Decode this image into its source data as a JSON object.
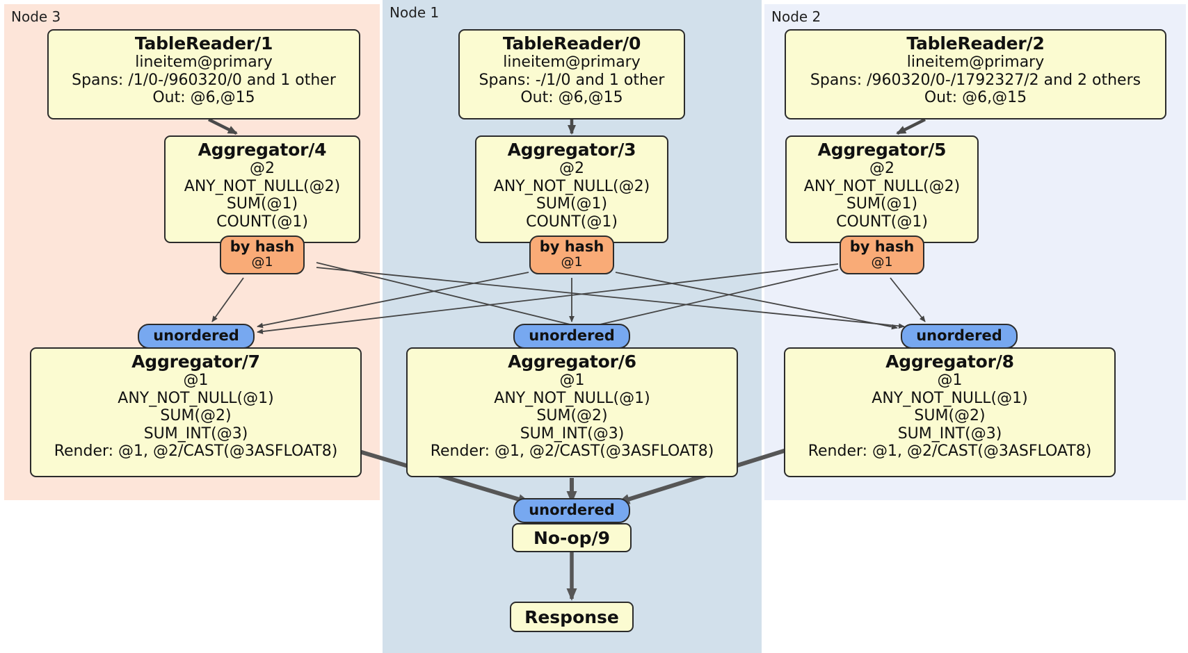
{
  "diagram": {
    "type": "distributed-query-plan",
    "nodes": [
      {
        "id": "node3",
        "label": "Node 3",
        "accent": "#fde5d9"
      },
      {
        "id": "node1",
        "label": "Node 1",
        "accent": "#d2e0eb"
      },
      {
        "id": "node2",
        "label": "Node 2",
        "accent": "#ecf0fa"
      }
    ],
    "processors": {
      "table_reader_1": {
        "title": "TableReader/1",
        "lines": [
          "lineitem@primary",
          "Spans: /1/0-/960320/0 and 1 other",
          "Out: @6,@15"
        ]
      },
      "table_reader_0": {
        "title": "TableReader/0",
        "lines": [
          "lineitem@primary",
          "Spans: -/1/0 and 1 other",
          "Out: @6,@15"
        ]
      },
      "table_reader_2": {
        "title": "TableReader/2",
        "lines": [
          "lineitem@primary",
          "Spans: /960320/0-/1792327/2 and 2 others",
          "Out: @6,@15"
        ]
      },
      "aggregator_4": {
        "title": "Aggregator/4",
        "lines": [
          "@2",
          "ANY_NOT_NULL(@2)",
          "SUM(@1)",
          "COUNT(@1)"
        ]
      },
      "aggregator_3": {
        "title": "Aggregator/3",
        "lines": [
          "@2",
          "ANY_NOT_NULL(@2)",
          "SUM(@1)",
          "COUNT(@1)"
        ]
      },
      "aggregator_5": {
        "title": "Aggregator/5",
        "lines": [
          "@2",
          "ANY_NOT_NULL(@2)",
          "SUM(@1)",
          "COUNT(@1)"
        ]
      },
      "aggregator_7": {
        "title": "Aggregator/7",
        "lines": [
          "@1",
          "ANY_NOT_NULL(@1)",
          "SUM(@2)",
          "SUM_INT(@3)",
          "Render: @1, @2/CAST(@3ASFLOAT8)"
        ]
      },
      "aggregator_6": {
        "title": "Aggregator/6",
        "lines": [
          "@1",
          "ANY_NOT_NULL(@1)",
          "SUM(@2)",
          "SUM_INT(@3)",
          "Render: @1, @2/CAST(@3ASFLOAT8)"
        ]
      },
      "aggregator_8": {
        "title": "Aggregator/8",
        "lines": [
          "@1",
          "ANY_NOT_NULL(@1)",
          "SUM(@2)",
          "SUM_INT(@3)",
          "Render: @1, @2/CAST(@3ASFLOAT8)"
        ]
      },
      "noop_9": {
        "title": "No-op/9"
      },
      "response": {
        "title": "Response"
      }
    },
    "routers": {
      "by_hash_left": {
        "label": "by hash",
        "column": "@1",
        "color": "#f9ab77"
      },
      "by_hash_center": {
        "label": "by hash",
        "column": "@1",
        "color": "#f9ab77"
      },
      "by_hash_right": {
        "label": "by hash",
        "column": "@1",
        "color": "#f9ab77"
      },
      "unordered_left": {
        "label": "unordered",
        "color": "#77a8f0"
      },
      "unordered_center": {
        "label": "unordered",
        "color": "#77a8f0"
      },
      "unordered_right": {
        "label": "unordered",
        "color": "#77a8f0"
      },
      "unordered_final": {
        "label": "unordered",
        "color": "#77a8f0"
      }
    },
    "colors": {
      "box_fill": "#fbfbd1",
      "box_stroke": "#2b2b2b",
      "edge_thin": "#444444",
      "edge_thick": "#555555"
    }
  }
}
